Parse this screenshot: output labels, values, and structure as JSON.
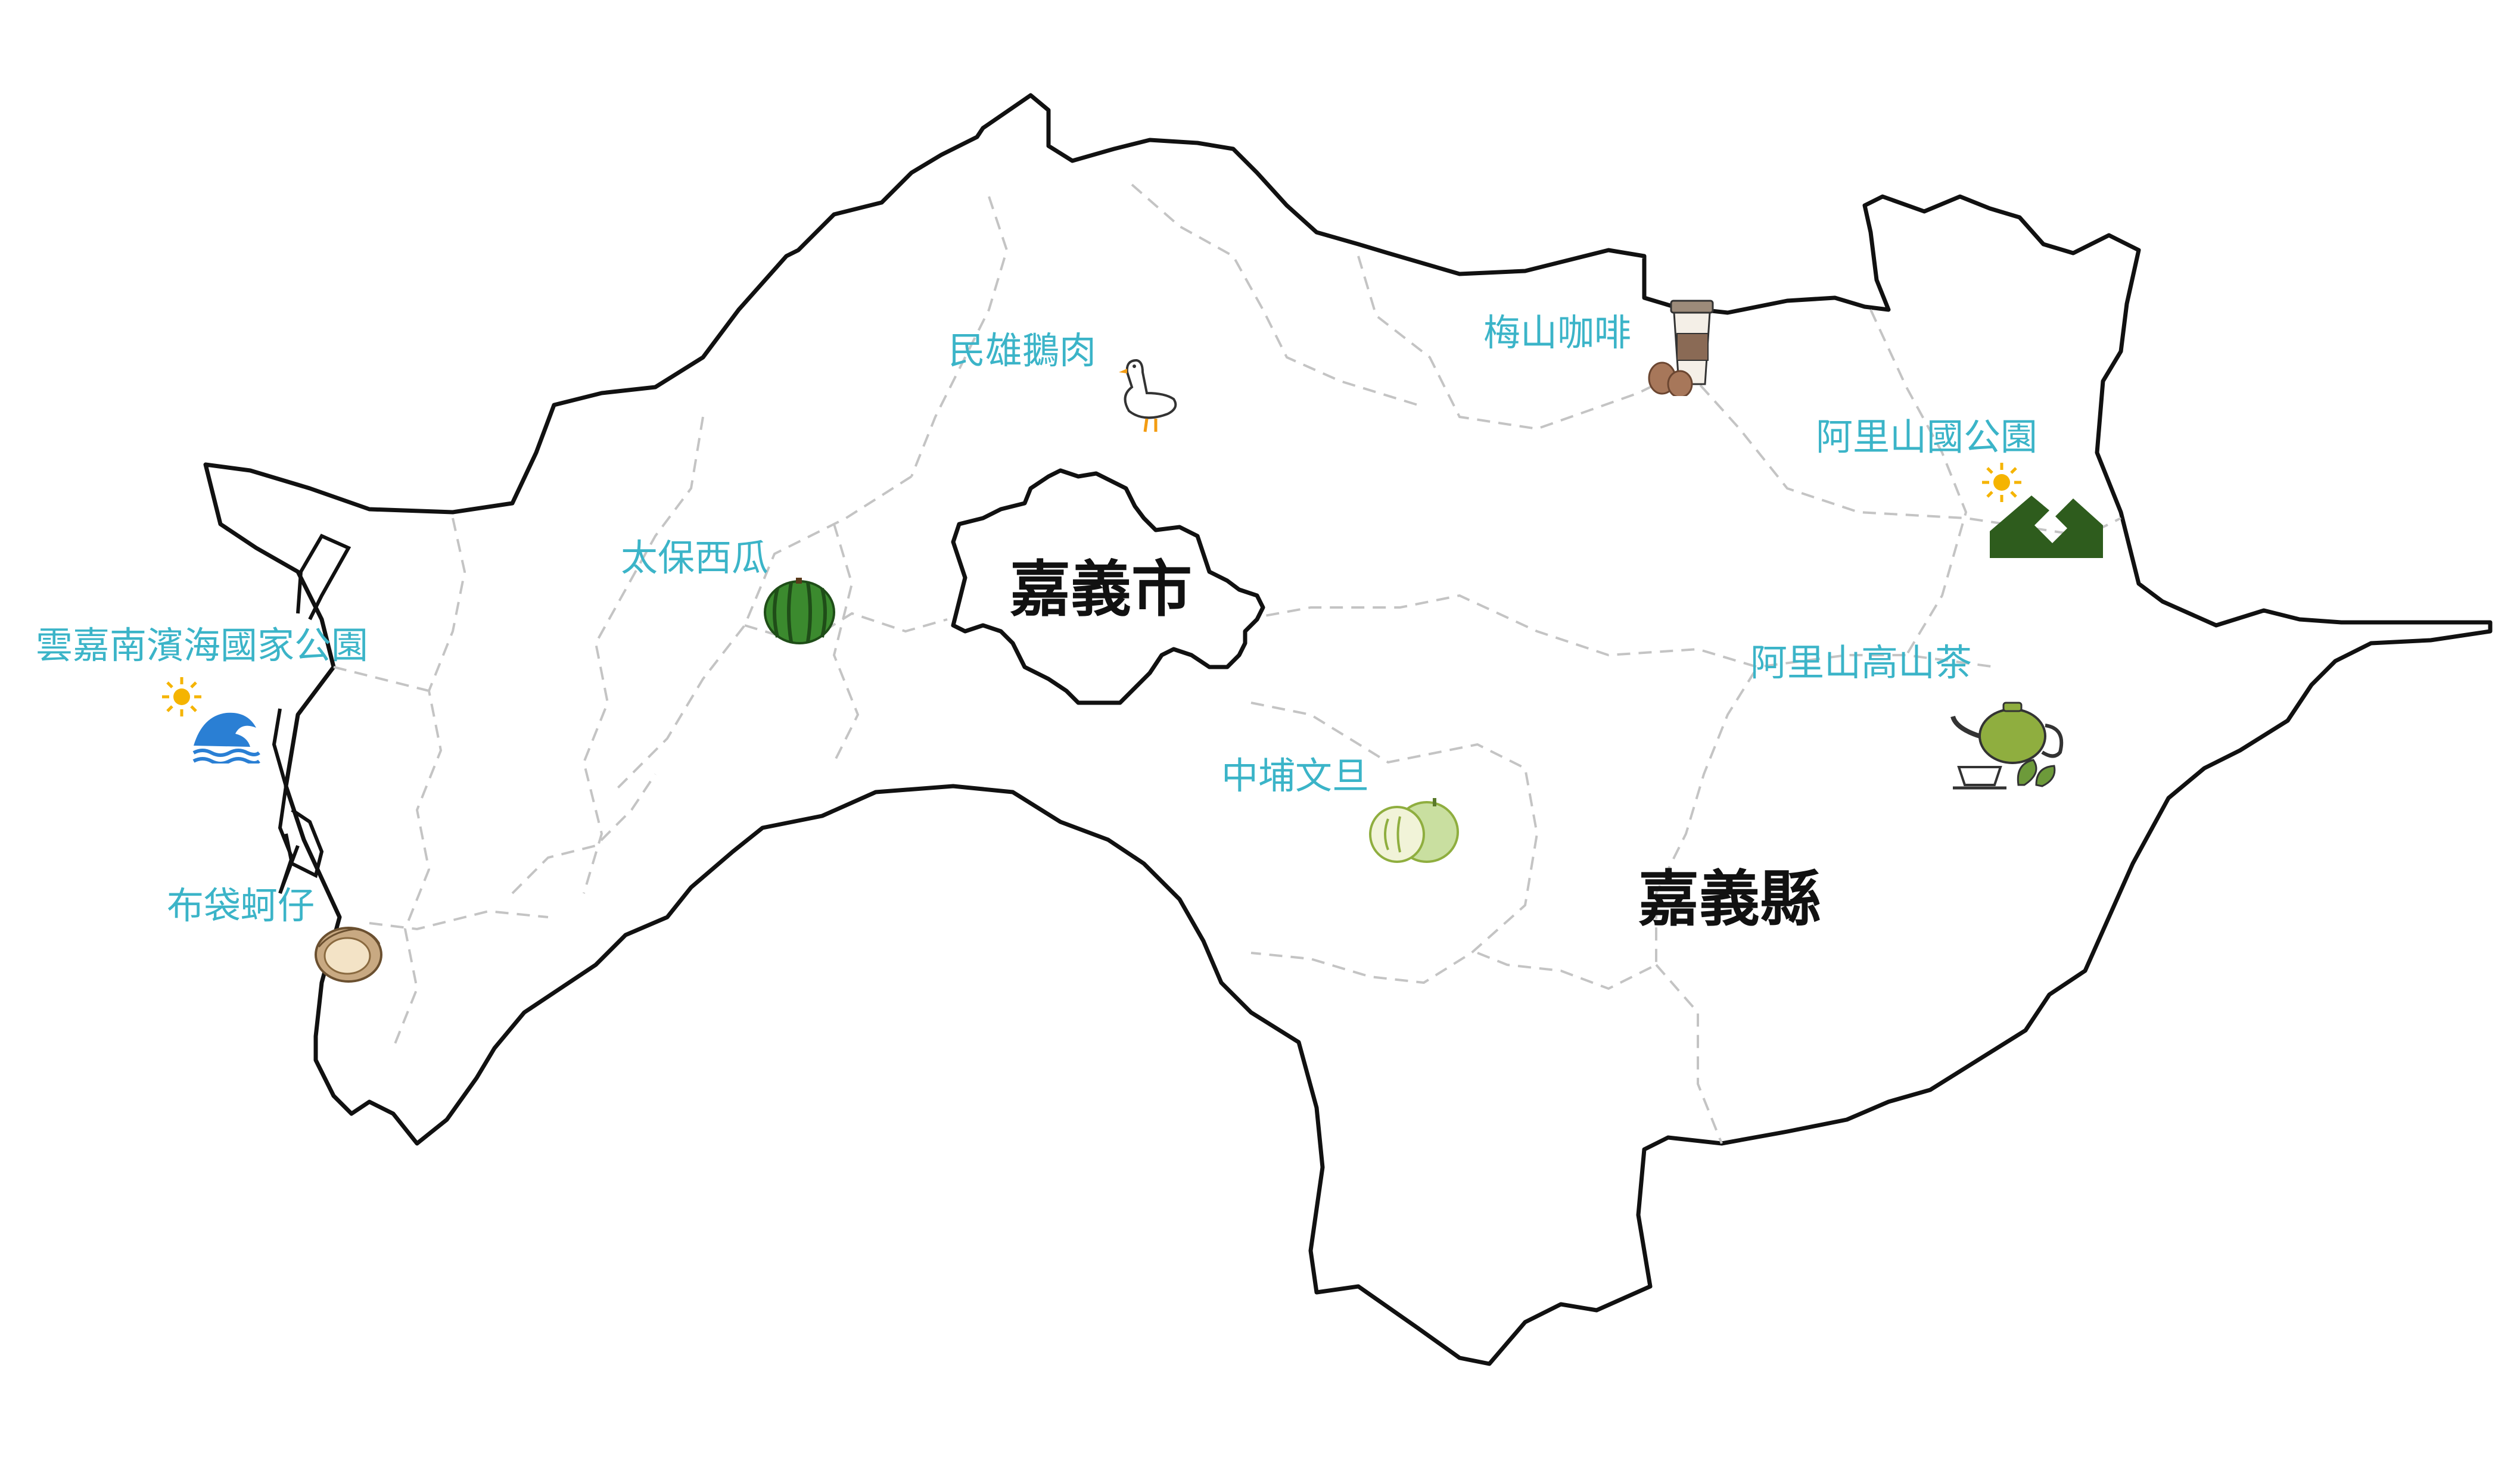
{
  "regions": {
    "city": "嘉義市",
    "county": "嘉義縣"
  },
  "places": {
    "minxiong": "民雄鵝肉",
    "meishan": "梅山咖啡",
    "alishan_park": "阿里山國公園",
    "taibao": "太保西瓜",
    "yunjianan": "雲嘉南濱海國家公園",
    "alishan_tea": "阿里山高山茶",
    "zhongpu": "中埔文旦",
    "budai": "布袋蚵仔"
  },
  "colors": {
    "label": "#3bb4c8",
    "outline": "#111111",
    "district_lines": "#c4c4c4",
    "forest_green": "#2e5c1d",
    "tea_green": "#8fae3f",
    "sun": "#f5b400",
    "wave": "#2a7fd4"
  },
  "icons": [
    "goose-icon",
    "coffee-cup-icon",
    "mountain-park-icon",
    "sun-icon",
    "watermelon-icon",
    "ocean-wave-icon",
    "teapot-icon",
    "pomelo-icon",
    "oyster-icon"
  ]
}
